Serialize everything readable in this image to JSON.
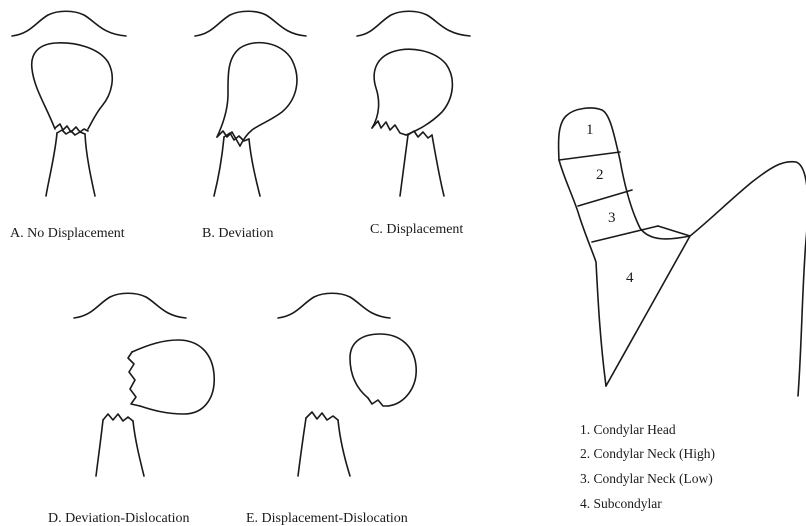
{
  "panels": {
    "a": {
      "caption": "A. No Displacement"
    },
    "b": {
      "caption": "B. Deviation"
    },
    "c": {
      "caption": "C. Displacement"
    },
    "d": {
      "caption": "D. Deviation-Dislocation"
    },
    "e": {
      "caption": "E. Displacement-Dislocation"
    }
  },
  "mandible_diagram": {
    "regions": [
      {
        "number": "1"
      },
      {
        "number": "2"
      },
      {
        "number": "3"
      },
      {
        "number": "4"
      }
    ],
    "legend": [
      "1. Condylar Head",
      "2. Condylar Neck (High)",
      "3. Condylar Neck (Low)",
      "4. Subcondylar"
    ]
  },
  "colors": {
    "ink": "#1a1a1a",
    "background": "#ffffff"
  }
}
